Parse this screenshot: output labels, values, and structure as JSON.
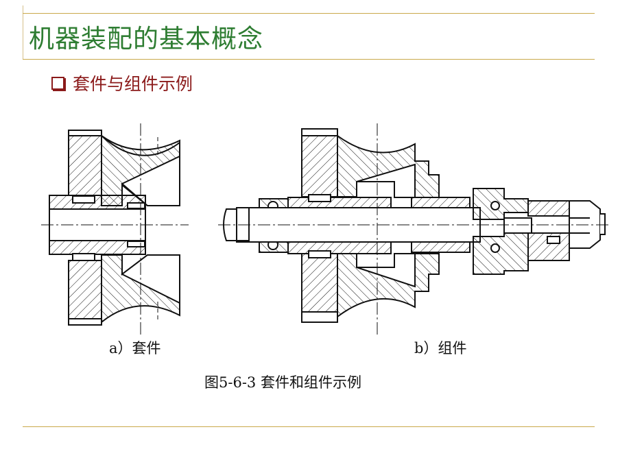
{
  "slide": {
    "title": "机器装配的基本概念",
    "bullet": "套件与组件示例",
    "caption_a": "a）套件",
    "caption_b": "b）组件",
    "figure_caption": "图5-6-3  套件和组件示例"
  },
  "colors": {
    "title": "#2e7d32",
    "bullet": "#8b1a1a",
    "rule": "#c9a84a",
    "drawing": "#111111"
  }
}
